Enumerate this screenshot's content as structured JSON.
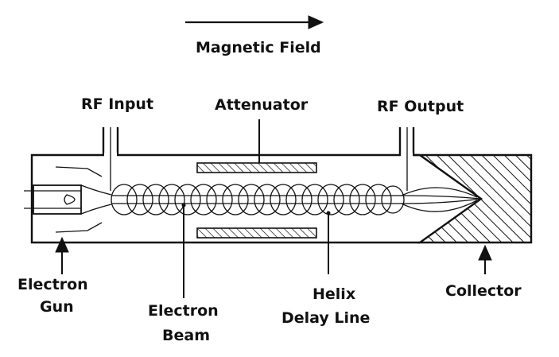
{
  "labels": {
    "magnetic_field": "Magnetic Field",
    "rf_input": "RF Input",
    "attenuator": "Attenuator",
    "rf_output": "RF Output",
    "electron_gun_line1": "Electron",
    "electron_gun_line2": "Gun",
    "electron_beam_line1": "Electron",
    "electron_beam_line2": "Beam",
    "helix_line1": "Helix",
    "helix_line2": "Delay Line",
    "collector": "Collector"
  },
  "colors": {
    "ink": "#111111",
    "background": "#ffffff"
  }
}
